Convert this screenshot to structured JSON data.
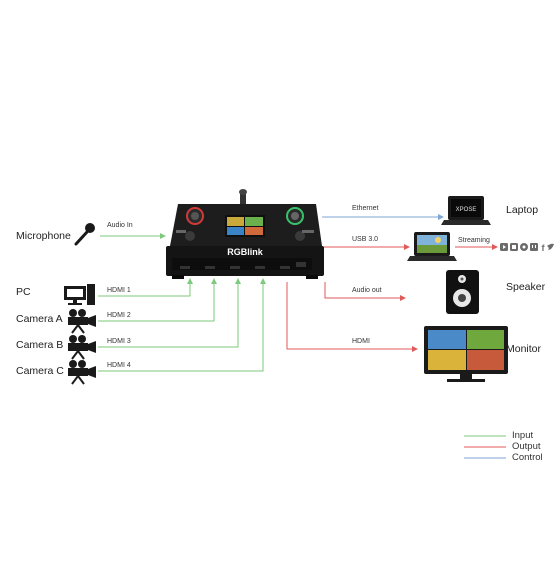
{
  "product": {
    "brand": "RGBlink"
  },
  "inputs": {
    "microphone": "Microphone",
    "pc": "PC",
    "camera_a": "Camera A",
    "camera_b": "Camera B",
    "camera_c": "Camera C"
  },
  "outputs": {
    "laptop": "Laptop",
    "speaker": "Speaker",
    "monitor": "Monitor"
  },
  "connections": {
    "audio_in": "Audio In",
    "hdmi1": "HDMI 1",
    "hdmi2": "HDMI 2",
    "hdmi3": "HDMI 3",
    "hdmi4": "HDMI 4",
    "ethernet": "Ethernet",
    "usb": "USB 3.0",
    "streaming": "Streaming",
    "audio_out": "Audio out",
    "hdmi_out": "HDMI"
  },
  "legend": {
    "input": "Input",
    "output": "Output",
    "control": "Control"
  },
  "colors": {
    "input": "#7ec97e",
    "output": "#e15a5a",
    "control": "#7ea6d6"
  },
  "icons": [
    "youtube-icon",
    "video-icon",
    "facebook-live-icon",
    "twitch-icon",
    "facebook-icon",
    "twitter-icon"
  ]
}
